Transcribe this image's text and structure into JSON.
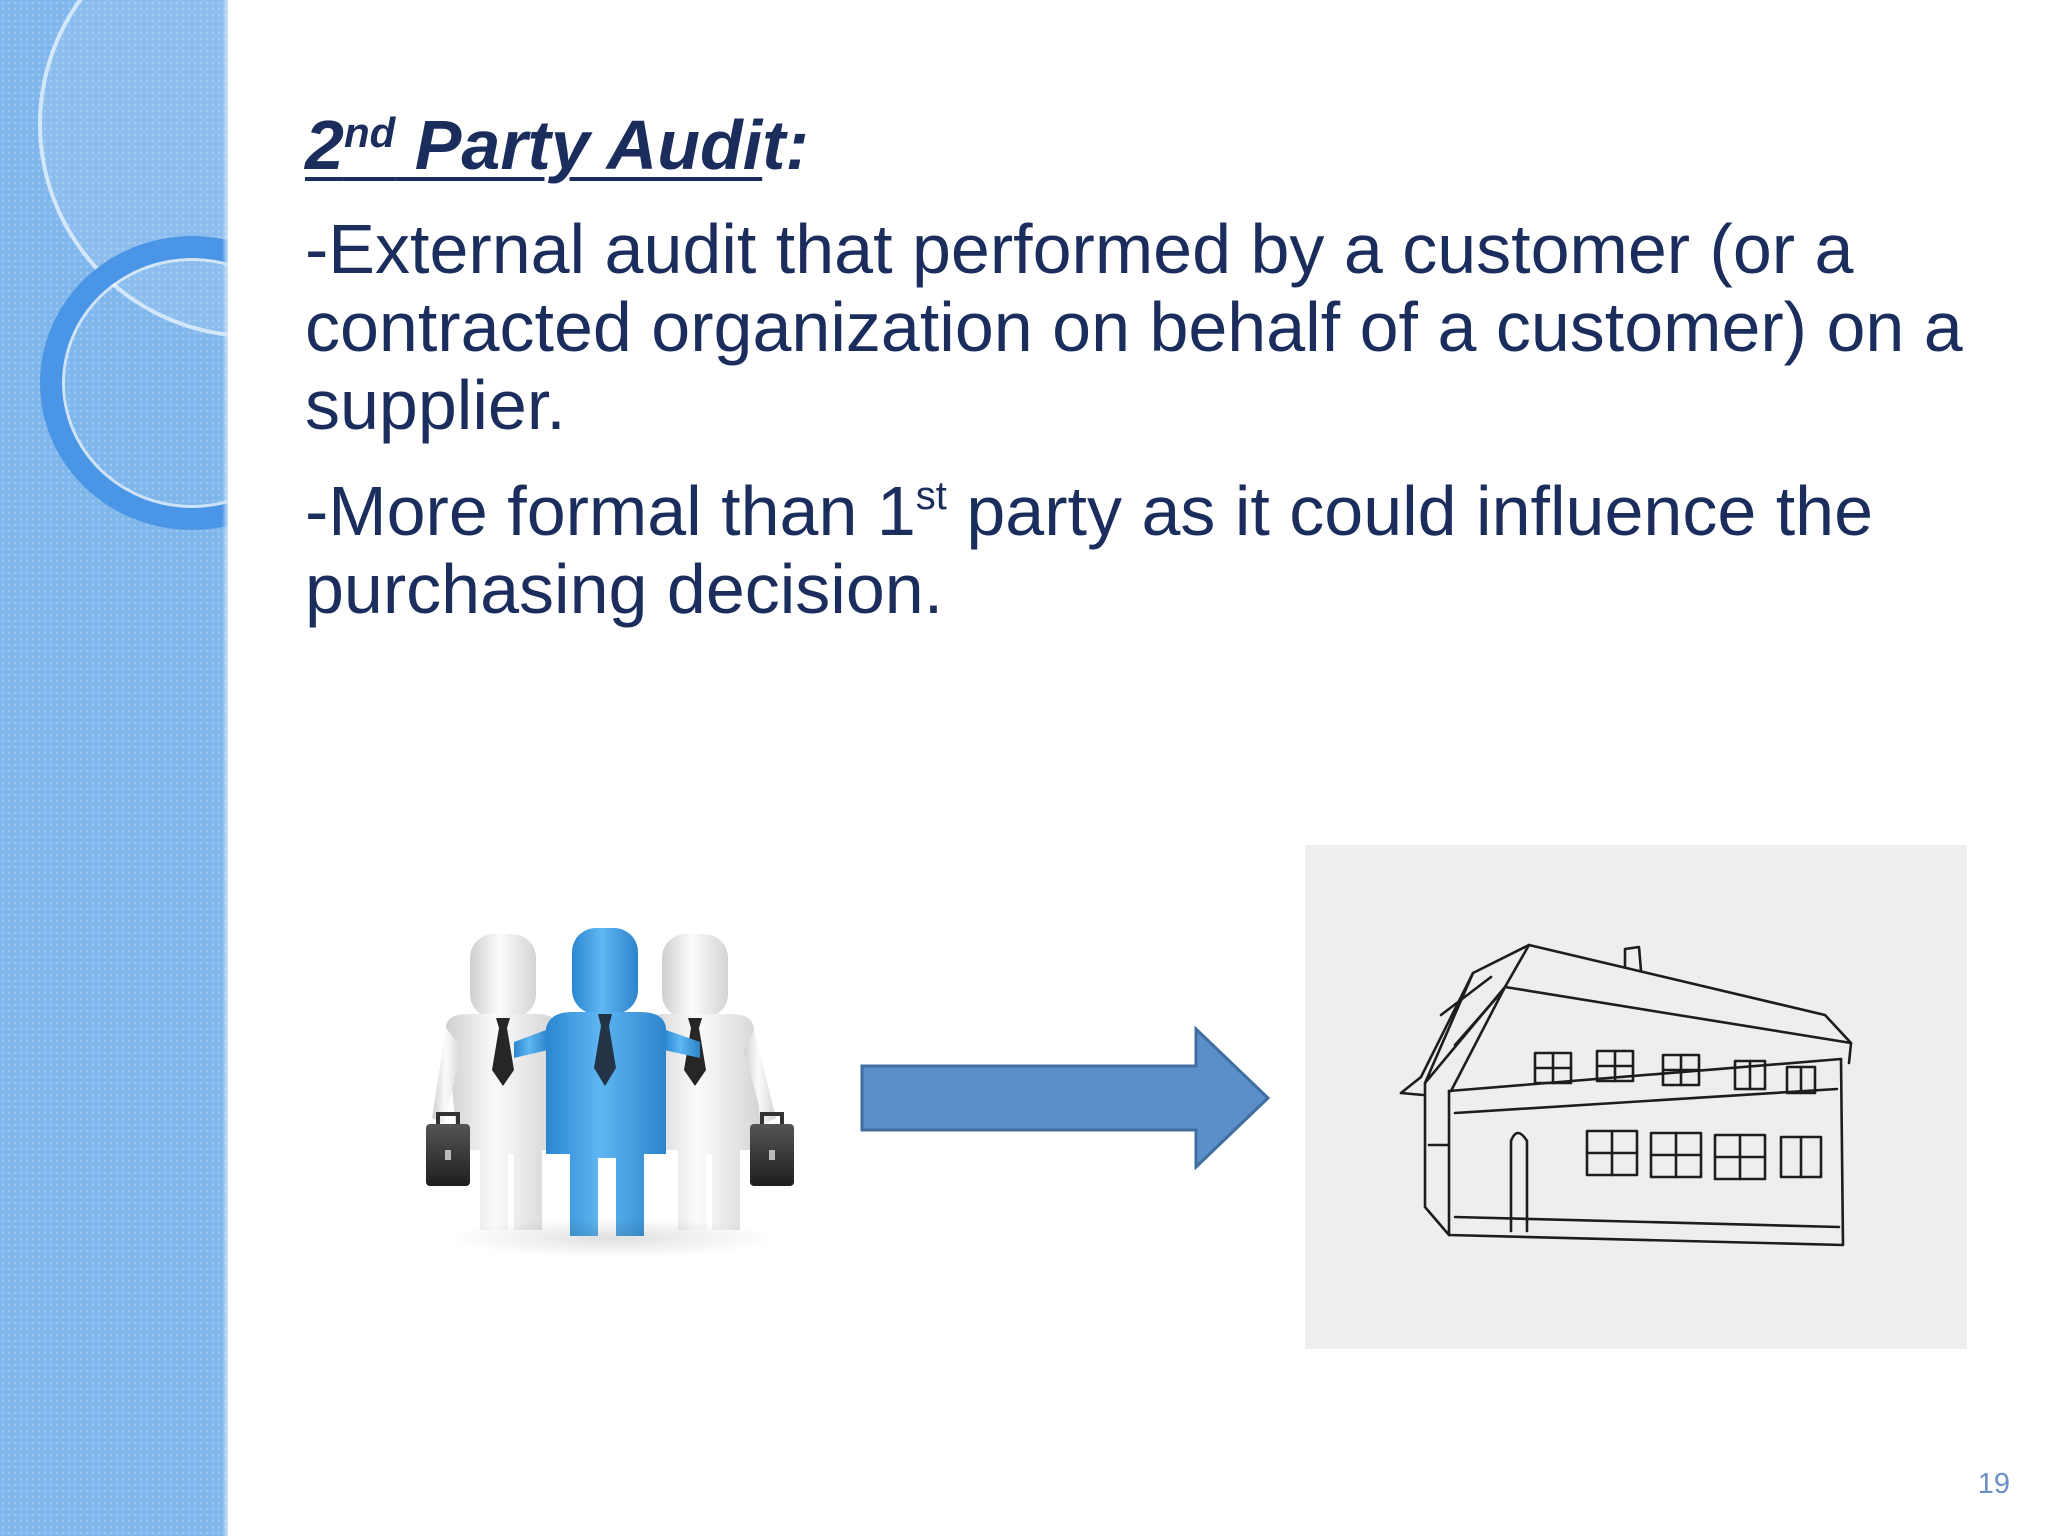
{
  "slide": {
    "title": {
      "number": "2",
      "superscript": "nd",
      "underlined_text": " Party Audi",
      "trailing_text": "t:"
    },
    "paragraphs": [
      {
        "text": "-External audit that performed by a customer (or a  contracted organization on behalf of a customer)  on a supplier."
      },
      {
        "before_sup": "-More formal than 1",
        "superscript": "st",
        "after_sup": " party as it could influence  the purchasing decision."
      }
    ],
    "page_number": "19"
  },
  "images": {
    "left": "business-people-icon",
    "middle": "right-arrow",
    "right": "house-sketch"
  },
  "colors": {
    "text": "#1a2d5c",
    "side_band": "#7fb6ec",
    "ring_accent": "#4a95e6",
    "arrow_fill": "#5b8fc9",
    "arrow_stroke": "#3f6e9f",
    "figure_blue": "#3a9be0",
    "page_number": "#6c8fc7"
  }
}
